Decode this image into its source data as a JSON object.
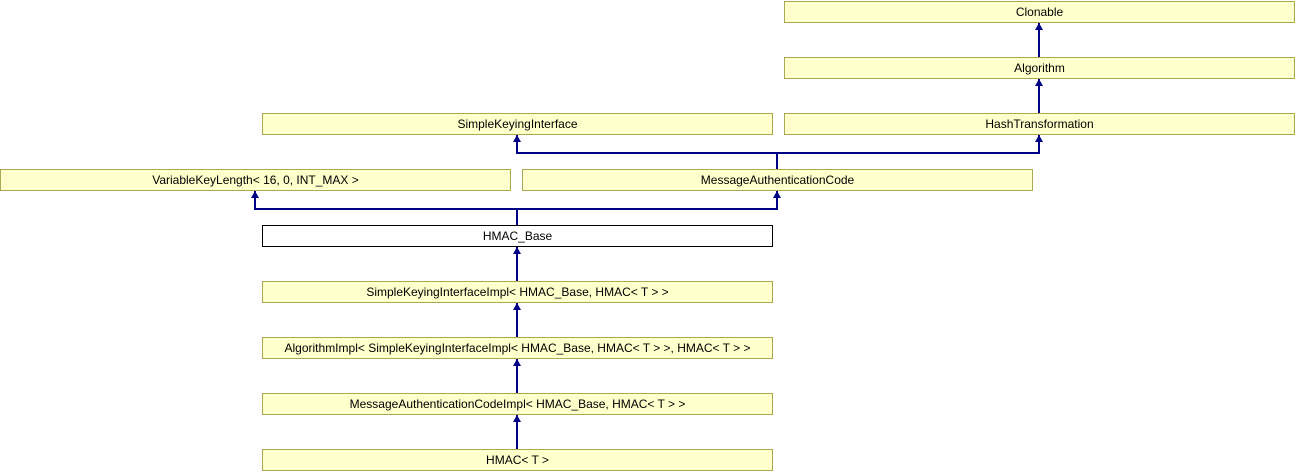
{
  "diagram": {
    "kind": "class-inheritance-diagram",
    "focus_class": "HMAC_Base"
  },
  "nodes": {
    "clonable": {
      "label": "Clonable"
    },
    "algorithm": {
      "label": "Algorithm"
    },
    "simple_keying_interface": {
      "label": "SimpleKeyingInterface"
    },
    "hash_transformation": {
      "label": "HashTransformation"
    },
    "variable_key_length": {
      "label": "VariableKeyLength< 16, 0, INT_MAX >"
    },
    "message_authentication_code": {
      "label": "MessageAuthenticationCode"
    },
    "hmac_base": {
      "label": "HMAC_Base"
    },
    "simple_keying_interface_impl": {
      "label": "SimpleKeyingInterfaceImpl< HMAC_Base, HMAC< T > >"
    },
    "algorithm_impl": {
      "label": "AlgorithmImpl< SimpleKeyingInterfaceImpl< HMAC_Base, HMAC< T > >, HMAC< T > >"
    },
    "message_authentication_code_impl": {
      "label": "MessageAuthenticationCodeImpl< HMAC_Base, HMAC< T > >"
    },
    "hmac": {
      "label": "HMAC< T >"
    }
  },
  "edges": [
    {
      "from": "Algorithm",
      "to": "Clonable"
    },
    {
      "from": "HashTransformation",
      "to": "Algorithm"
    },
    {
      "from": "MessageAuthenticationCode",
      "to": "SimpleKeyingInterface"
    },
    {
      "from": "MessageAuthenticationCode",
      "to": "HashTransformation"
    },
    {
      "from": "HMAC_Base",
      "to": "VariableKeyLength< 16, 0, INT_MAX >"
    },
    {
      "from": "HMAC_Base",
      "to": "MessageAuthenticationCode"
    },
    {
      "from": "SimpleKeyingInterfaceImpl< HMAC_Base, HMAC< T > >",
      "to": "HMAC_Base"
    },
    {
      "from": "AlgorithmImpl< SimpleKeyingInterfaceImpl< HMAC_Base, HMAC< T > >, HMAC< T > >",
      "to": "SimpleKeyingInterfaceImpl< HMAC_Base, HMAC< T > >"
    },
    {
      "from": "MessageAuthenticationCodeImpl< HMAC_Base, HMAC< T > >",
      "to": "AlgorithmImpl< SimpleKeyingInterfaceImpl< HMAC_Base, HMAC< T > >, HMAC< T > >"
    },
    {
      "from": "HMAC< T >",
      "to": "MessageAuthenticationCodeImpl< HMAC_Base, HMAC< T > >"
    }
  ],
  "colors": {
    "node_fill": "#ffffcc",
    "node_border": "#aaaa55",
    "focus_fill": "#ffffff",
    "focus_border": "#000000",
    "edge": "#000084",
    "text": "#000000"
  }
}
